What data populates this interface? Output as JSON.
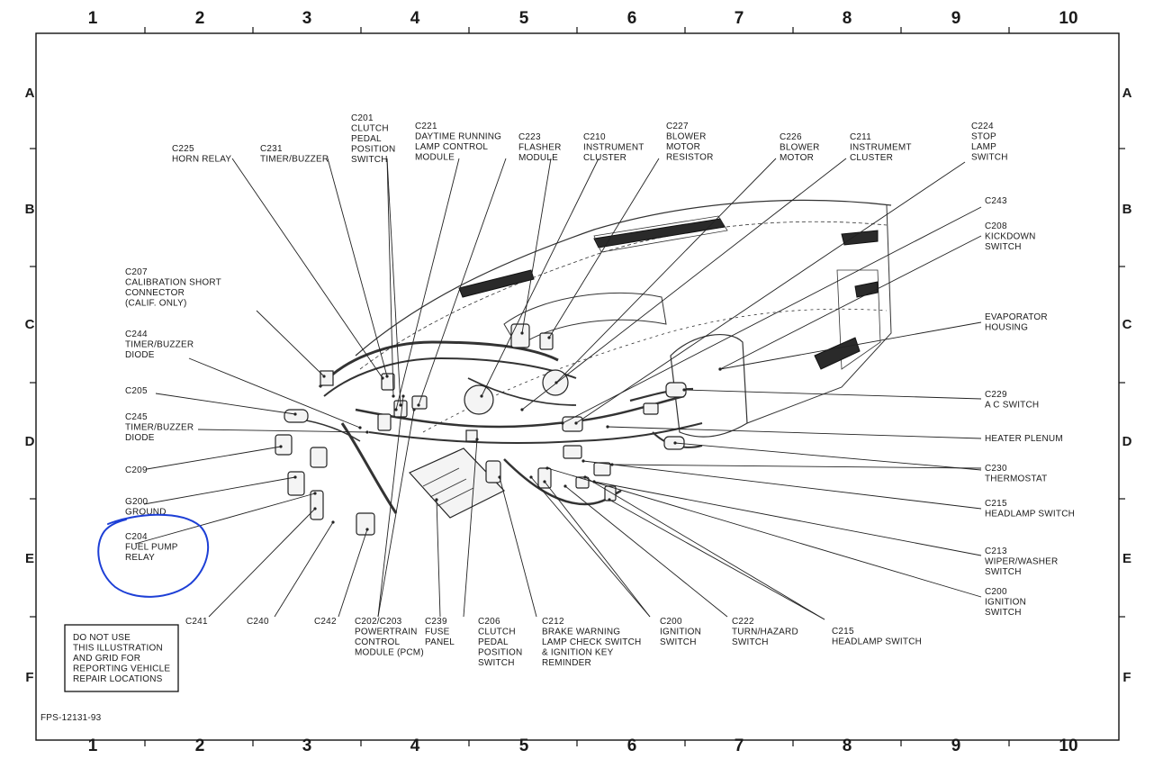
{
  "grid": {
    "columns": [
      "1",
      "2",
      "3",
      "4",
      "5",
      "6",
      "7",
      "8",
      "9",
      "10"
    ],
    "rows": [
      "A",
      "B",
      "C",
      "D",
      "E",
      "F"
    ]
  },
  "labels": {
    "c225": [
      "C225",
      "HORN RELAY"
    ],
    "c231": [
      "C231",
      "TIMER/BUZZER"
    ],
    "c201": [
      "C201",
      "CLUTCH",
      "PEDAL",
      "POSITION",
      "SWITCH"
    ],
    "c221": [
      "C221",
      "DAYTIME RUNNING",
      "LAMP CONTROL",
      "MODULE"
    ],
    "c223": [
      "C223",
      "FLASHER",
      "MODULE"
    ],
    "c210": [
      "C210",
      "INSTRUMENT",
      "CLUSTER"
    ],
    "c227": [
      "C227",
      "BLOWER",
      "MOTOR",
      "RESISTOR"
    ],
    "c226": [
      "C226",
      "BLOWER",
      "MOTOR"
    ],
    "c211": [
      "C211",
      "INSTRUMEMT",
      "CLUSTER"
    ],
    "c224": [
      "C224",
      "STOP",
      "LAMP",
      "SWITCH"
    ],
    "c243": [
      "C243"
    ],
    "c208": [
      "C208",
      "KICKDOWN",
      "SWITCH"
    ],
    "c207": [
      "C207",
      "CALIBRATION SHORT",
      "CONNECTOR",
      "(CALIF. ONLY)"
    ],
    "evap": [
      "EVAPORATOR",
      "HOUSING"
    ],
    "c244": [
      "C244",
      "TIMER/BUZZER",
      "DIODE"
    ],
    "c205": [
      "C205"
    ],
    "c229": [
      "C229",
      "A C SWITCH"
    ],
    "c245": [
      "C245",
      "TIMER/BUZZER",
      "DIODE"
    ],
    "heater": [
      "HEATER PLENUM"
    ],
    "c209": [
      "C209"
    ],
    "c230": [
      "C230",
      "THERMOSTAT"
    ],
    "g200": [
      "G200",
      "GROUND"
    ],
    "c215a": [
      "C215",
      "HEADLAMP SWITCH"
    ],
    "c204": [
      "C204",
      "FUEL PUMP",
      "RELAY"
    ],
    "c213": [
      "C213",
      "WIPER/WASHER",
      "SWITCH"
    ],
    "c200a": [
      "C200",
      "IGNITION",
      "SWITCH"
    ],
    "c241": [
      "C241"
    ],
    "c240": [
      "C240"
    ],
    "c242": [
      "C242"
    ],
    "c202": [
      "C202/C203",
      "POWERTRAIN",
      "CONTROL",
      "MODULE (PCM)"
    ],
    "c239": [
      "C239",
      "FUSE",
      "PANEL"
    ],
    "c206": [
      "C206",
      "CLUTCH",
      "PEDAL",
      "POSITION",
      "SWITCH"
    ],
    "c212": [
      "C212",
      "BRAKE WARNING",
      "LAMP CHECK SWITCH",
      "& IGNITION KEY",
      "REMINDER"
    ],
    "c200b": [
      "C200",
      "IGNITION",
      "SWITCH"
    ],
    "c222": [
      "C222",
      "TURN/HAZARD",
      "SWITCH"
    ],
    "c215b": [
      "C215",
      "HEADLAMP SWITCH"
    ]
  },
  "notice": [
    "DO NOT USE",
    "THIS ILLUSTRATION",
    "AND GRID FOR",
    "REPORTING VEHICLE",
    "REPAIR LOCATIONS"
  ],
  "figure_id": "FPS-12131-93",
  "colors": {
    "ink": "#1a1a1a",
    "annotation": "#1d3fd6",
    "paper": "#ffffff"
  }
}
